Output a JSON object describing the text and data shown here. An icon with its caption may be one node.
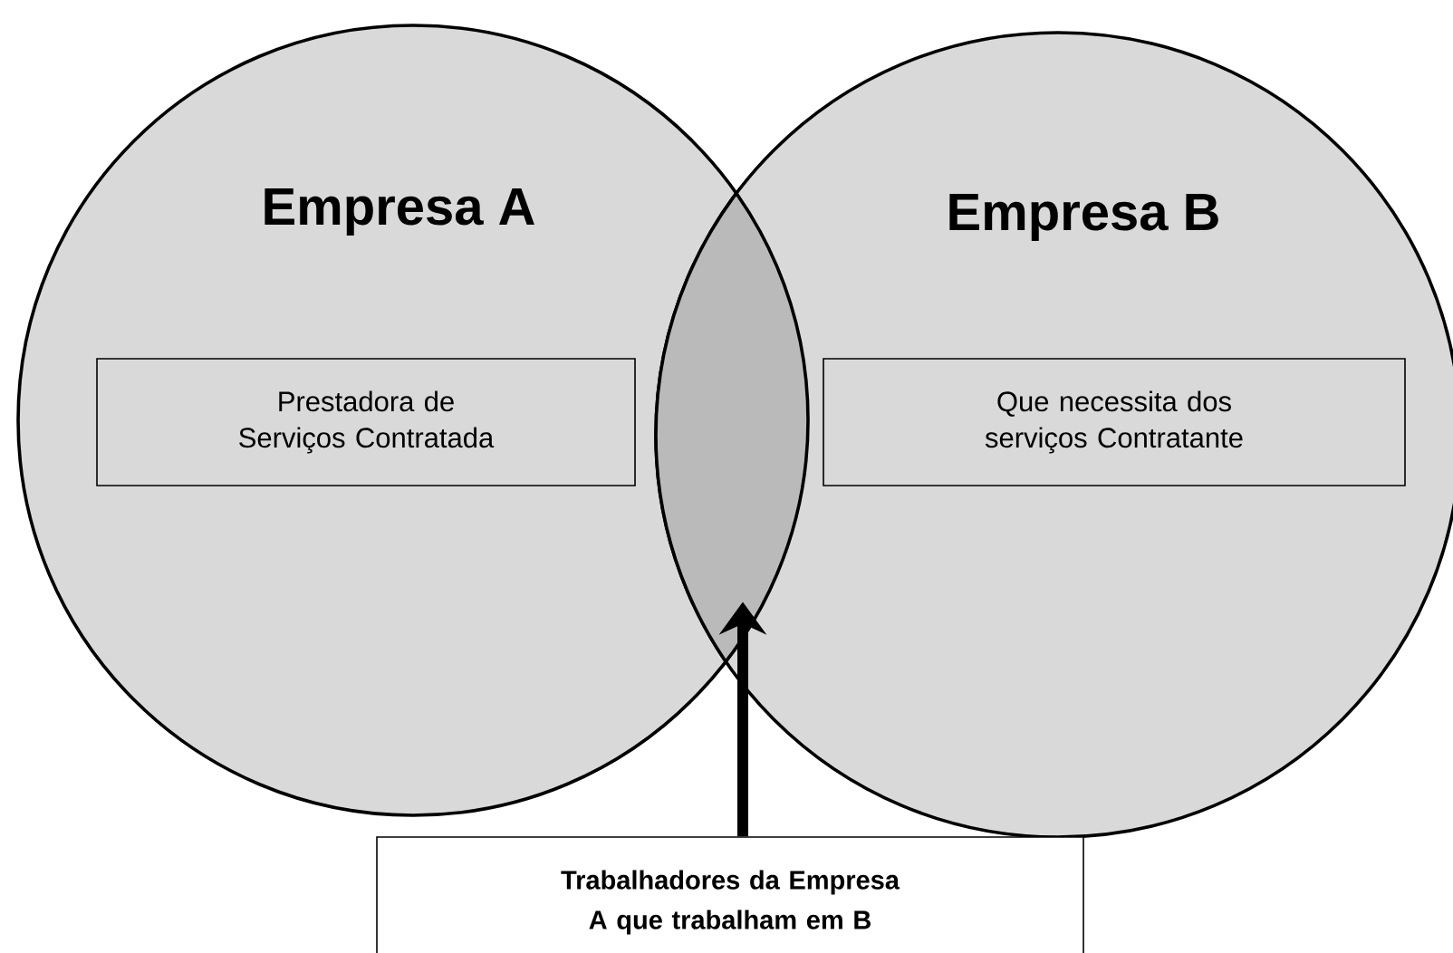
{
  "diagram": {
    "nodes": [
      {
        "text": [
          "Empresa A"
        ]
      },
      {
        "text": [
          "Prestadora de Serviços Contratada"
        ],
        "in": 0
      },
      {
        "text": [
          "Empresa B"
        ]
      },
      {
        "text": [
          "Que necessita dos serviços Contratante"
        ],
        "in": 2
      },
      {
        "text": [],
        "shape": "lens"
      },
      {
        "text": [
          "Trabalhadores da Empresa A que trabalham em B"
        ]
      }
    ],
    "edges": [
      {
        "from": 5,
        "to": 4,
        "arrow": "to"
      }
    ]
  }
}
